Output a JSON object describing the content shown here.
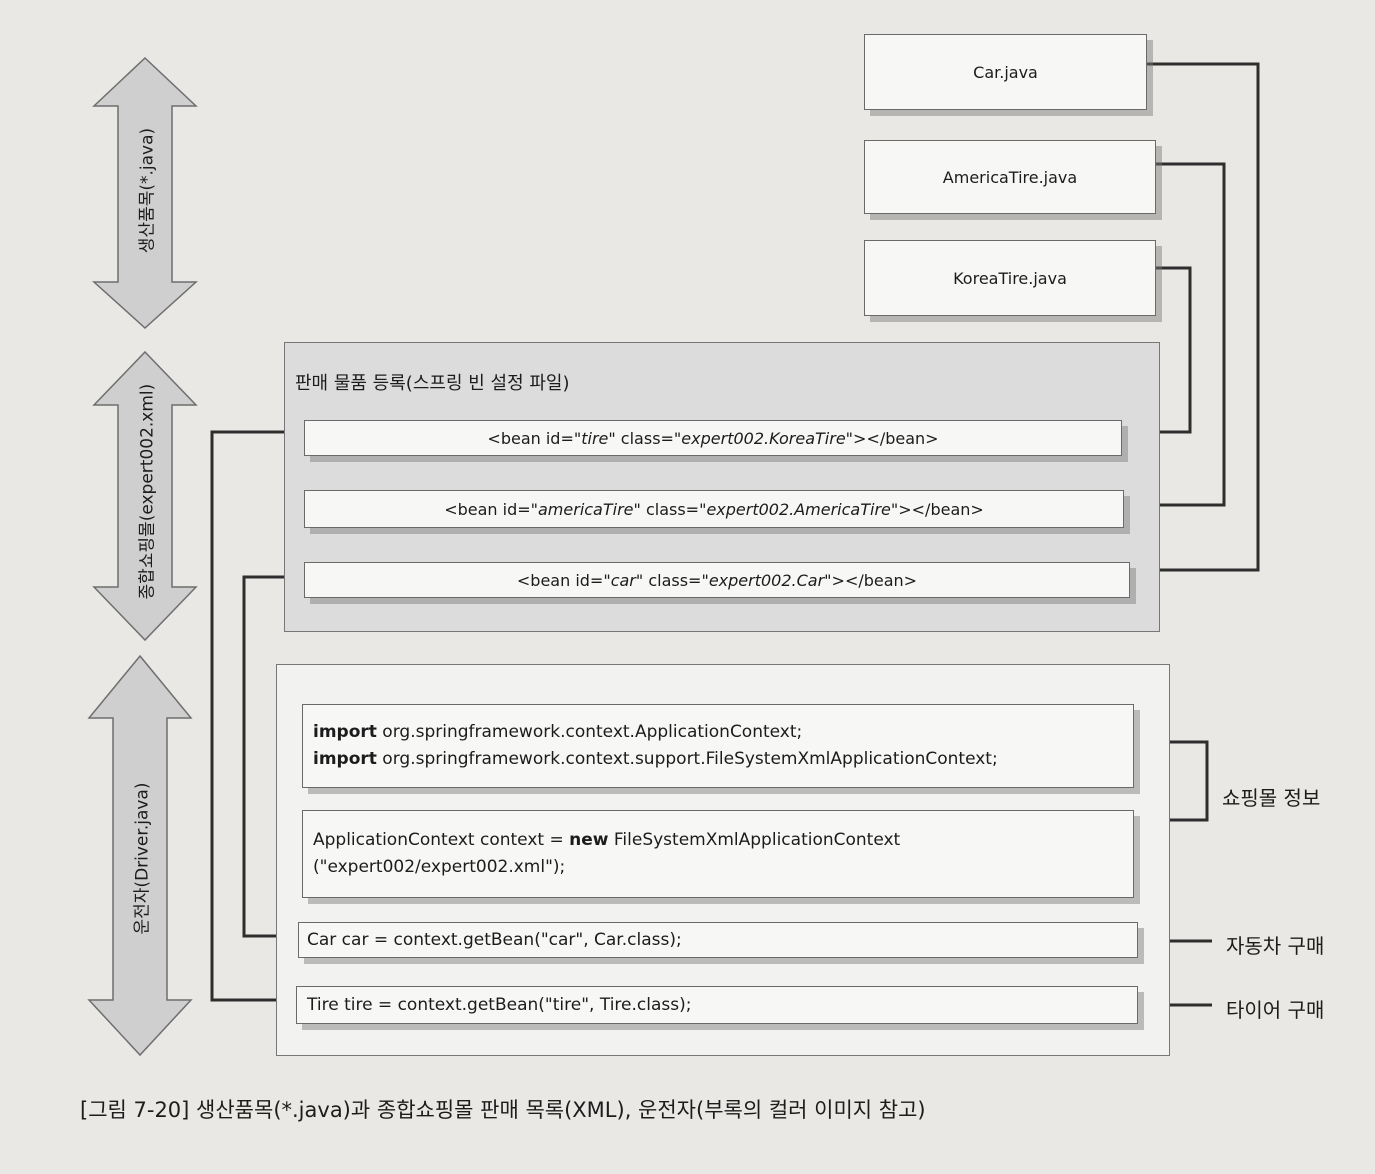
{
  "java_files": {
    "car": "Car.java",
    "america_tire": "AmericaTire.java",
    "korea_tire": "KoreaTire.java"
  },
  "xml_group": {
    "title": "판매 물품 등록(스프링 빈 설정 파일)",
    "beans": [
      {
        "pre": "<bean id=\"",
        "id": "tire",
        "mid": "\" class=\"",
        "cls": "expert002.KoreaTire",
        "post": "\"></bean>"
      },
      {
        "pre": "<bean id=\"",
        "id": "americaTire",
        "mid": "\" class=\"",
        "cls": "expert002.AmericaTire",
        "post": "\"></bean>"
      },
      {
        "pre": "<bean id=\"",
        "id": "car",
        "mid": "\" class=\"",
        "cls": "expert002.Car",
        "post": "\"></bean>"
      }
    ]
  },
  "driver_group": {
    "import_keyword": "import",
    "import1": " org.springframework.context.ApplicationContext;",
    "import2": " org.springframework.context.support.FileSystemXmlApplicationContext;",
    "ctx_line1_a": "ApplicationContext context = ",
    "ctx_line1_new": "new",
    "ctx_line1_b": " FileSystemXmlApplicationContext",
    "ctx_line2": "(\"expert002/expert002.xml\");",
    "car_line": "Car car = context.getBean(\"car\", Car.class);",
    "tire_line": "Tire tire = context.getBean(\"tire\", Tire.class);"
  },
  "side_labels": {
    "shop_info": "쇼핑몰 정보",
    "buy_car": "자동차 구매",
    "buy_tire": "타이어 구매"
  },
  "arrows": {
    "production": "생산품목(*.java)",
    "mall": "종합쇼핑몰(expert002.xml)",
    "driver": "운전자(Driver.java)"
  },
  "caption": "[그림 7-20] 생산품목(*.java)과 종합쇼핑몰 판매 목록(XML), 운전자(부록의 컬러 이미지 참고)"
}
